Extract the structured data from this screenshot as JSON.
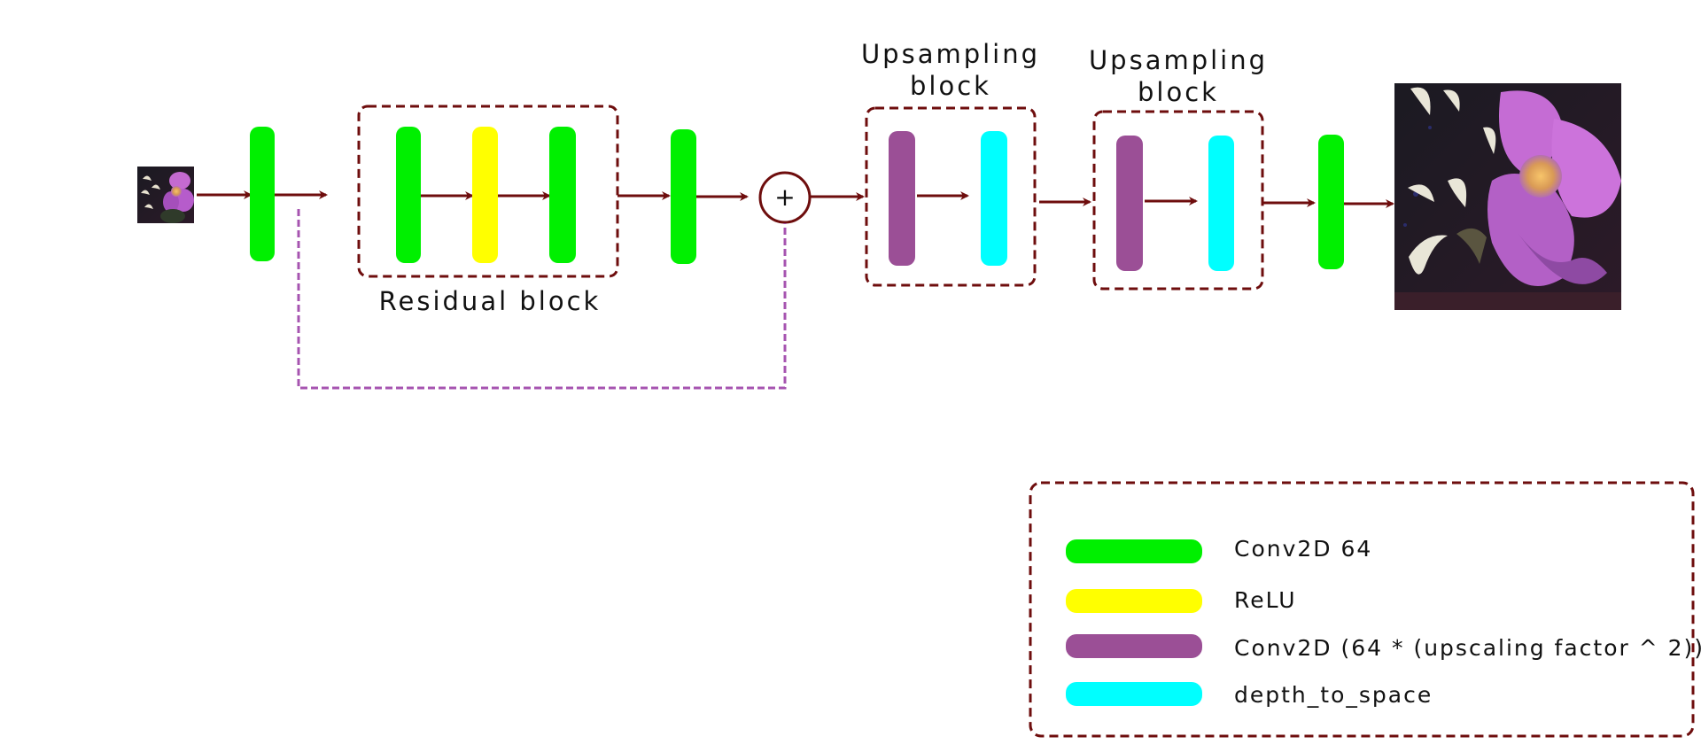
{
  "diagram": {
    "labels": {
      "residual_block": "Residual block",
      "upsampling_block_1": "Upsampling\nblock",
      "upsampling_block_2": "Upsampling\nblock",
      "add_symbol": "+"
    },
    "legend": [
      {
        "name": "legend-conv2d-64",
        "label": "Conv2D 64",
        "color": "#00f000"
      },
      {
        "name": "legend-relu",
        "label": "ReLU",
        "color": "#ffff00"
      },
      {
        "name": "legend-conv2d-upscale",
        "label": "Conv2D (64 * (upscaling factor ^ 2))",
        "color": "#9b4f96"
      },
      {
        "name": "legend-depth-to-space",
        "label": "depth_to_space",
        "color": "#00ffff"
      }
    ],
    "colors": {
      "conv": "#00f000",
      "relu": "#ffff00",
      "conv_upscale": "#9b4f96",
      "depth_to_space": "#00ffff",
      "arrow": "#6e0d0d",
      "dashed_box": "#6e0d0d",
      "skip_line": "#a654b0"
    }
  }
}
